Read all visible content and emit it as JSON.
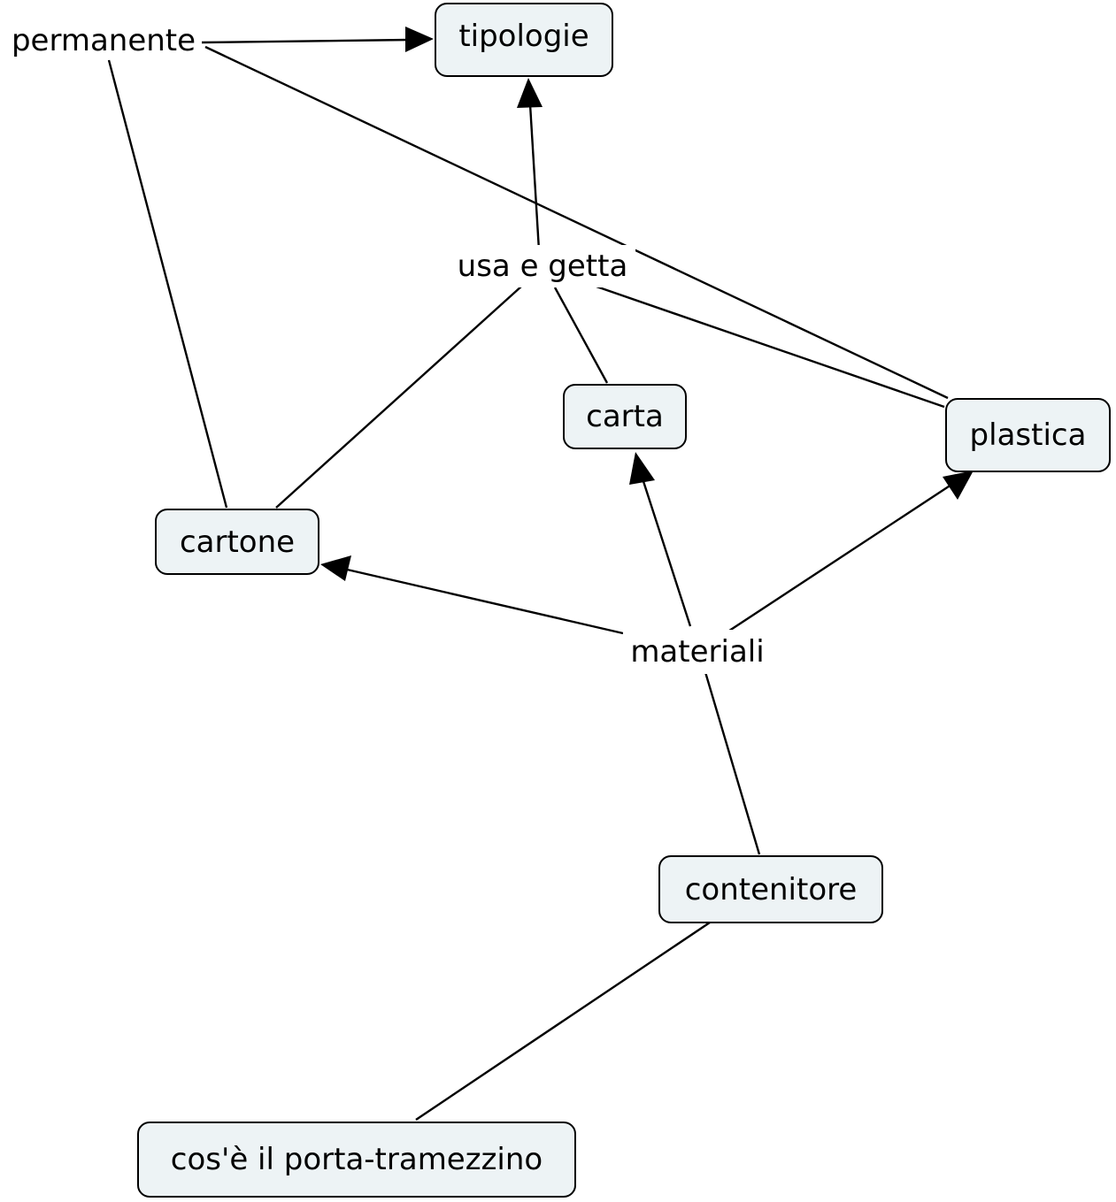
{
  "concepts": {
    "tipologie": "tipologie",
    "carta": "carta",
    "plastica": "plastica",
    "cartone": "cartone",
    "contenitore": "contenitore",
    "porta_tramezzino": "cos'è il porta-tramezzino"
  },
  "linking_phrases": {
    "permanente": "permanente",
    "usa_e_getta": "usa e getta",
    "materiali": "materiali"
  },
  "connections": [
    {
      "from": "cos'è il porta-tramezzino",
      "to": "contenitore",
      "arrow": false
    },
    {
      "from": "contenitore",
      "to": "materiali",
      "arrow": false
    },
    {
      "from": "materiali",
      "to": "cartone",
      "arrow": true
    },
    {
      "from": "materiali",
      "to": "carta",
      "arrow": true
    },
    {
      "from": "materiali",
      "to": "plastica",
      "arrow": true
    },
    {
      "from": "cartone",
      "to": "permanente",
      "arrow": false
    },
    {
      "from": "plastica",
      "to": "permanente",
      "arrow": false
    },
    {
      "from": "permanente",
      "to": "tipologie",
      "arrow": true
    },
    {
      "from": "cartone",
      "to": "usa e getta",
      "arrow": false
    },
    {
      "from": "carta",
      "to": "usa e getta",
      "arrow": false
    },
    {
      "from": "plastica",
      "to": "usa e getta",
      "arrow": false
    },
    {
      "from": "usa e getta",
      "to": "tipologie",
      "arrow": true
    }
  ],
  "colors": {
    "node_fill": "#edf3f5",
    "stroke": "#000000",
    "background": "#ffffff"
  }
}
